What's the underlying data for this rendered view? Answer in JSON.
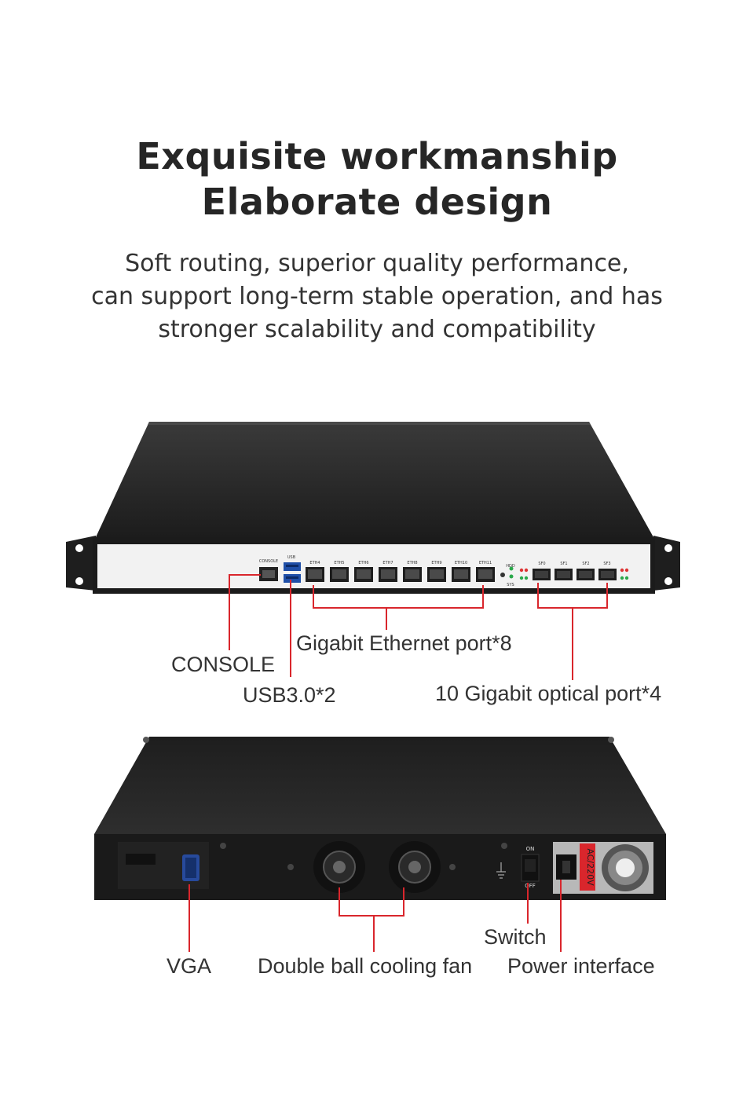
{
  "headline": {
    "line1": "Exquisite workmanship",
    "line2": "Elaborate design"
  },
  "subtitle": {
    "line1": "Soft routing, superior quality performance,",
    "line2": "can support long-term stable operation, and has",
    "line3": "stronger scalability and compatibility"
  },
  "front_panel": {
    "port_labels": [
      "CONSOLE",
      "USB",
      "ETH4",
      "ETH5",
      "ETH6",
      "ETH7",
      "ETH8",
      "ETH9",
      "ETH10",
      "ETH11",
      "HDD",
      "SYS",
      "SF0",
      "SF1",
      "SF2",
      "SF3"
    ],
    "callouts": {
      "console": "CONSOLE",
      "usb": "USB3.0*2",
      "ethernet": "Gigabit Ethernet port*8",
      "optical": "10 Gigabit optical port*4"
    }
  },
  "rear_panel": {
    "switch_on": "ON",
    "switch_off": "OFF",
    "psu_label": "AC/220V",
    "callouts": {
      "vga": "VGA",
      "fan": "Double ball cooling fan",
      "switch": "Switch",
      "power": "Power interface"
    }
  },
  "colors": {
    "callout_line": "#d9262c",
    "chassis": "#2a2a2a",
    "front_plate": "#f2f2f2"
  }
}
